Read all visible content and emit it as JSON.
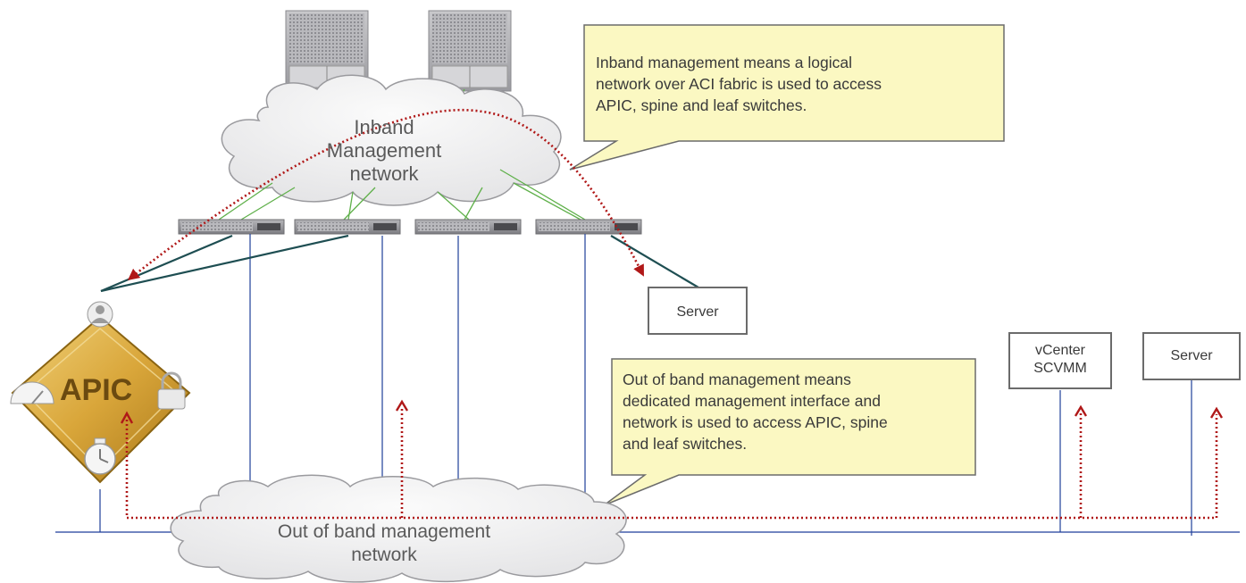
{
  "inband_cloud": {
    "line1": "Inband",
    "line2": "Management",
    "line3": "network"
  },
  "oob_cloud": {
    "line1": "Out of band management",
    "line2": "network"
  },
  "callouts": {
    "inband": [
      "Inband management means a logical",
      "network over ACI fabric is used to access",
      "APIC, spine and leaf switches."
    ],
    "oob": [
      "Out of band management means",
      "dedicated management interface and",
      "network is used to access APIC, spine",
      "and leaf switches."
    ]
  },
  "boxes": {
    "server_inband": "Server",
    "vcenter_line1": "vCenter",
    "vcenter_line2": "SCVMM",
    "server_oob": "Server"
  },
  "apic": {
    "label": "APIC"
  },
  "colors": {
    "callout_fill": "#fbf8c2",
    "inband_link": "#5fb04a",
    "oob_link": "#1f3f9a",
    "dotted_path": "#b01818",
    "apic_gold": "#d8a937",
    "server_uplink": "#1e4e52"
  }
}
